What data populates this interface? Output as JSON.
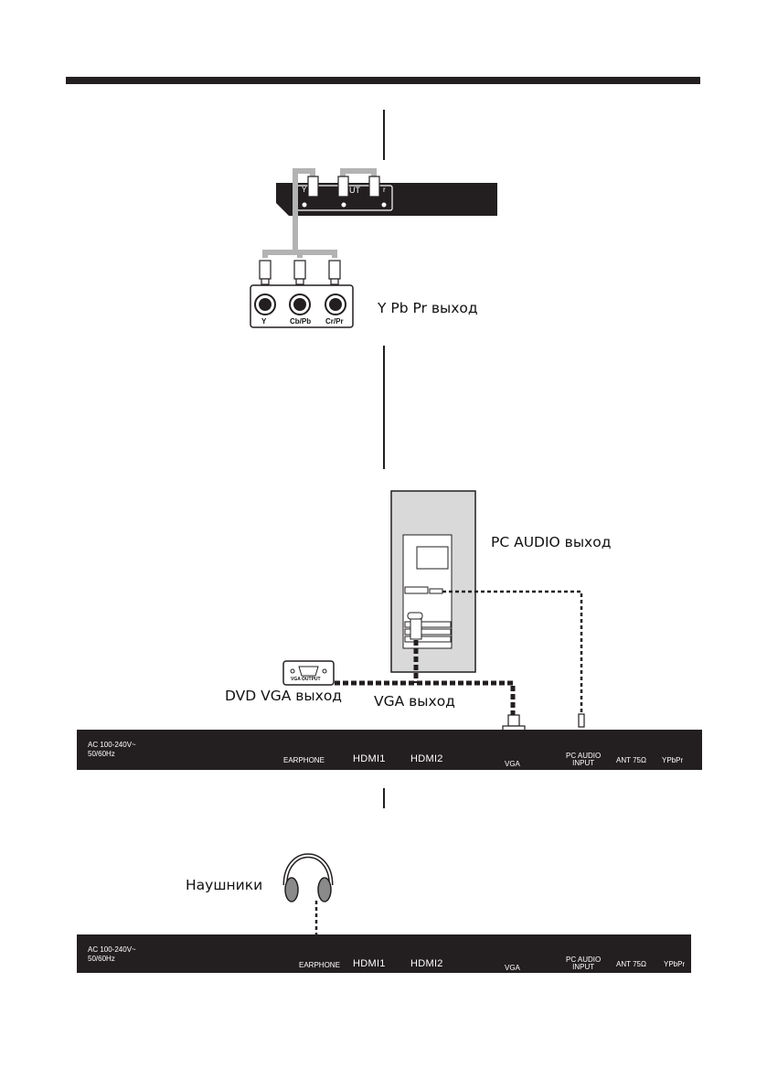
{
  "labels": {
    "ypbpr_out": "Y Pb Pr выход",
    "pc_audio_out": "PC AUDIO выход",
    "dvd_vga_out": "DVD VGA выход",
    "vga_out": "VGA выход",
    "headphones": "Наушники"
  },
  "component_jacks": [
    "Y",
    "Cb/Pb",
    "Cr/Pr"
  ],
  "source_device": {
    "y": "Y",
    "out": "UT",
    "pr": "r"
  },
  "vga_device_label": "VGA OUTPUT",
  "tv_panel": {
    "power": "AC 100-240V~\n50/60Hz",
    "earphone": "EARPHONE",
    "hdmi1": "HDMI1",
    "hdmi2": "HDMI2",
    "vga": "VGA",
    "pc_audio": "PC AUDIO\nINPUT",
    "ant": "ANT 75Ω",
    "ypbpr": "YPbPr"
  },
  "colors": {
    "panel": "#231f20",
    "cable": "#b3b3b3",
    "pc_case": "#d9d9d9"
  }
}
